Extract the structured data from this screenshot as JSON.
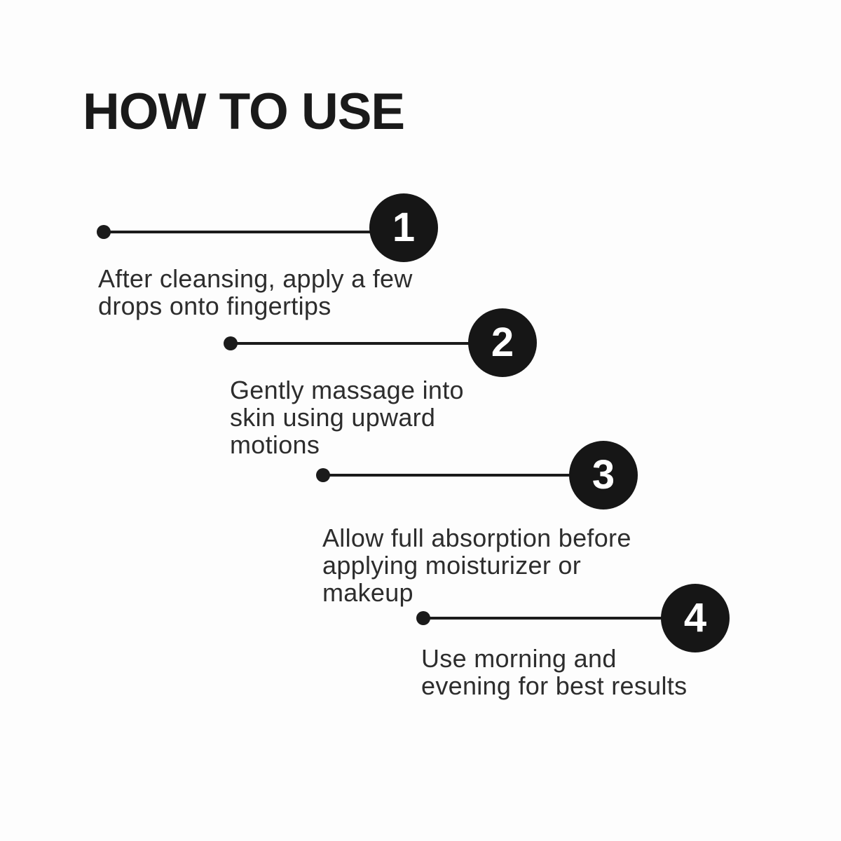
{
  "title": "HOW TO USE",
  "colors": {
    "background": "#fdfdfd",
    "ink": "#1b1b1b",
    "caption_text": "#2d2d2d",
    "badge_fill": "#161616",
    "badge_number": "#ffffff"
  },
  "steps": [
    {
      "number": "1",
      "lines": [
        "After cleansing, apply a few",
        "drops onto fingertips"
      ]
    },
    {
      "number": "2",
      "lines": [
        "Gently massage into",
        "skin using upward",
        "motions"
      ]
    },
    {
      "number": "3",
      "lines": [
        "Allow full absorption before",
        "applying moisturizer or",
        "makeup"
      ]
    },
    {
      "number": "4",
      "lines": [
        "Use morning and",
        "evening for best results"
      ]
    }
  ]
}
